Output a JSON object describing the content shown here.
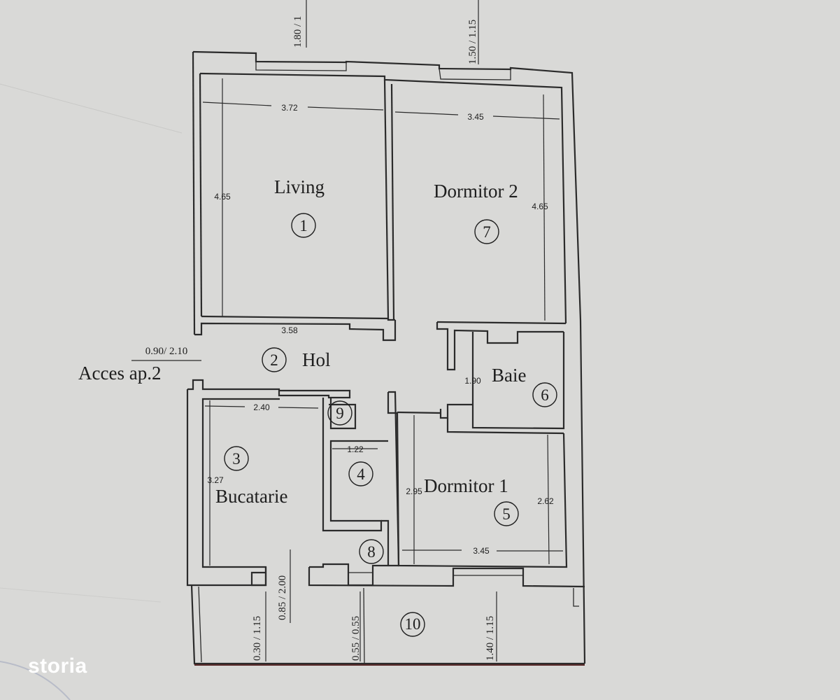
{
  "rooms": {
    "living": {
      "name": "Living",
      "number": "1"
    },
    "hol": {
      "name": "Hol",
      "number": "2"
    },
    "bucatarie": {
      "name": "Bucatarie",
      "number": "3"
    },
    "room4": {
      "number": "4"
    },
    "dormitor1": {
      "name": "Dormitor 1",
      "number": "5"
    },
    "baie": {
      "name": "Baie",
      "number": "6"
    },
    "dormitor2": {
      "name": "Dormitor 2",
      "number": "7"
    },
    "room8": {
      "number": "8"
    },
    "room9": {
      "number": "9"
    },
    "room10": {
      "number": "10"
    }
  },
  "dimensions": {
    "living_width": "3.72",
    "living_height": "4.65",
    "living_bottom": "3.58",
    "dorm2_width": "3.45",
    "dorm2_height": "4.65",
    "kitchen_width": "2.40",
    "kitchen_height": "3.27",
    "room4_width": "1.22",
    "baie_height": "1.90",
    "dorm1_height_left": "2.95",
    "dorm1_height_right": "2.62",
    "dorm1_width": "3.45"
  },
  "openings": {
    "top_left": "1.80 / 1",
    "top_right": "1.50 / 1.15",
    "access_door": "0.90/ 2.10",
    "balcony_door": "0.85 / 2.00",
    "bottom_1": "0.30 / 1.15",
    "bottom_2": "0.55 / 0.55",
    "bottom_3": "1.40 / 1.15"
  },
  "access": "Acces ap.2",
  "logo": "storia"
}
